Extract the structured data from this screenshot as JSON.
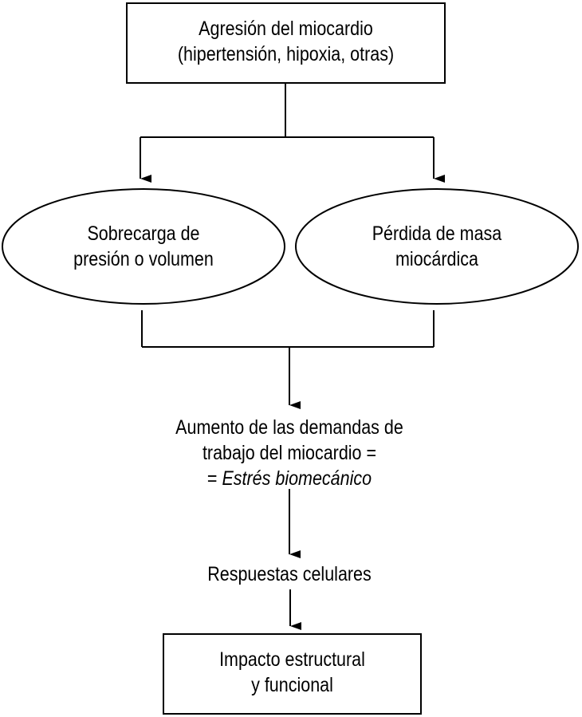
{
  "nodes": {
    "injury": {
      "line1": "Agresión del miocardio",
      "line2": "(hipertensión, hipoxia, otras)"
    },
    "overload": {
      "line1": "Sobrecarga de",
      "line2": "presión o volumen"
    },
    "mass_loss": {
      "line1": "Pérdida de masa",
      "line2": "miocárdica"
    },
    "demand": {
      "line1": "Aumento de las demandas de",
      "line2": "trabajo del miocardio =",
      "line3_prefix": "= ",
      "line3_italic": "Estrés biomecánico"
    },
    "cellular": {
      "line1": "Respuestas celulares"
    },
    "impact": {
      "line1": "Impacto estructural",
      "line2": "y funcional"
    }
  }
}
